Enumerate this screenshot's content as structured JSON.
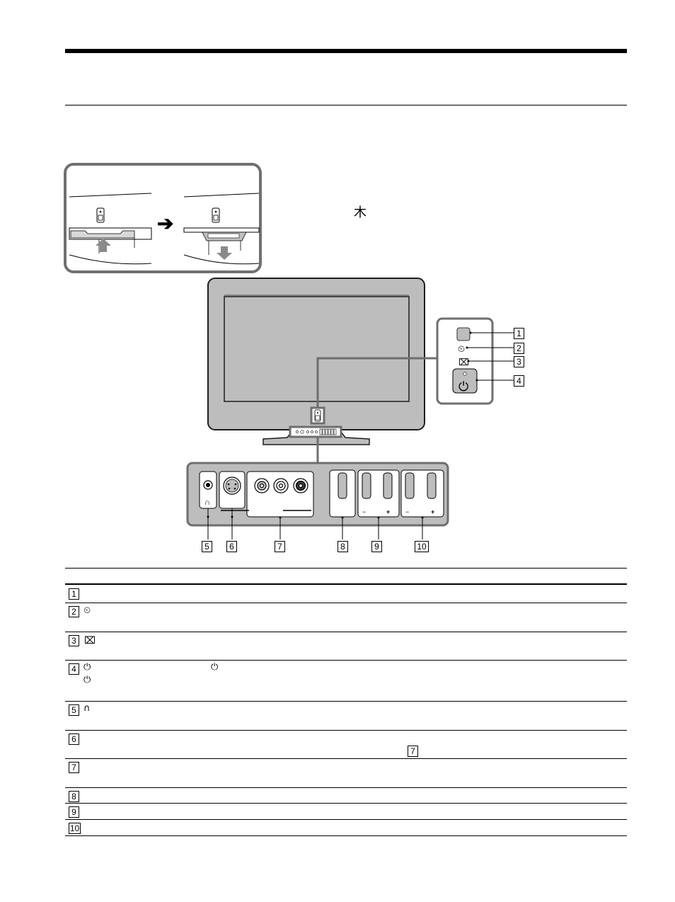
{
  "figure": {
    "callouts": [
      "1",
      "2",
      "3",
      "4",
      "5",
      "6",
      "7",
      "8",
      "9",
      "10"
    ],
    "ref_symbol": "⽊"
  },
  "table": {
    "rows": [
      {
        "num": "1",
        "icons": [],
        "ref": ""
      },
      {
        "num": "2",
        "icons": [
          "timer-icon"
        ],
        "ref": ""
      },
      {
        "num": "3",
        "icons": [
          "picture-off-icon"
        ],
        "ref": ""
      },
      {
        "num": "4",
        "icons": [
          "power-icon",
          "power-icon",
          "power-icon"
        ],
        "ref": ""
      },
      {
        "num": "5",
        "icons": [
          "headphones-icon"
        ],
        "ref": ""
      },
      {
        "num": "6",
        "icons": [],
        "ref": "7"
      },
      {
        "num": "7",
        "icons": [],
        "ref": ""
      },
      {
        "num": "8",
        "icons": [],
        "ref": ""
      },
      {
        "num": "9",
        "icons": [],
        "ref": ""
      },
      {
        "num": "10",
        "icons": [],
        "ref": ""
      }
    ]
  },
  "colors": {
    "panel_gray": "#bdbdbd",
    "frame_gray": "#6e6e6e"
  }
}
